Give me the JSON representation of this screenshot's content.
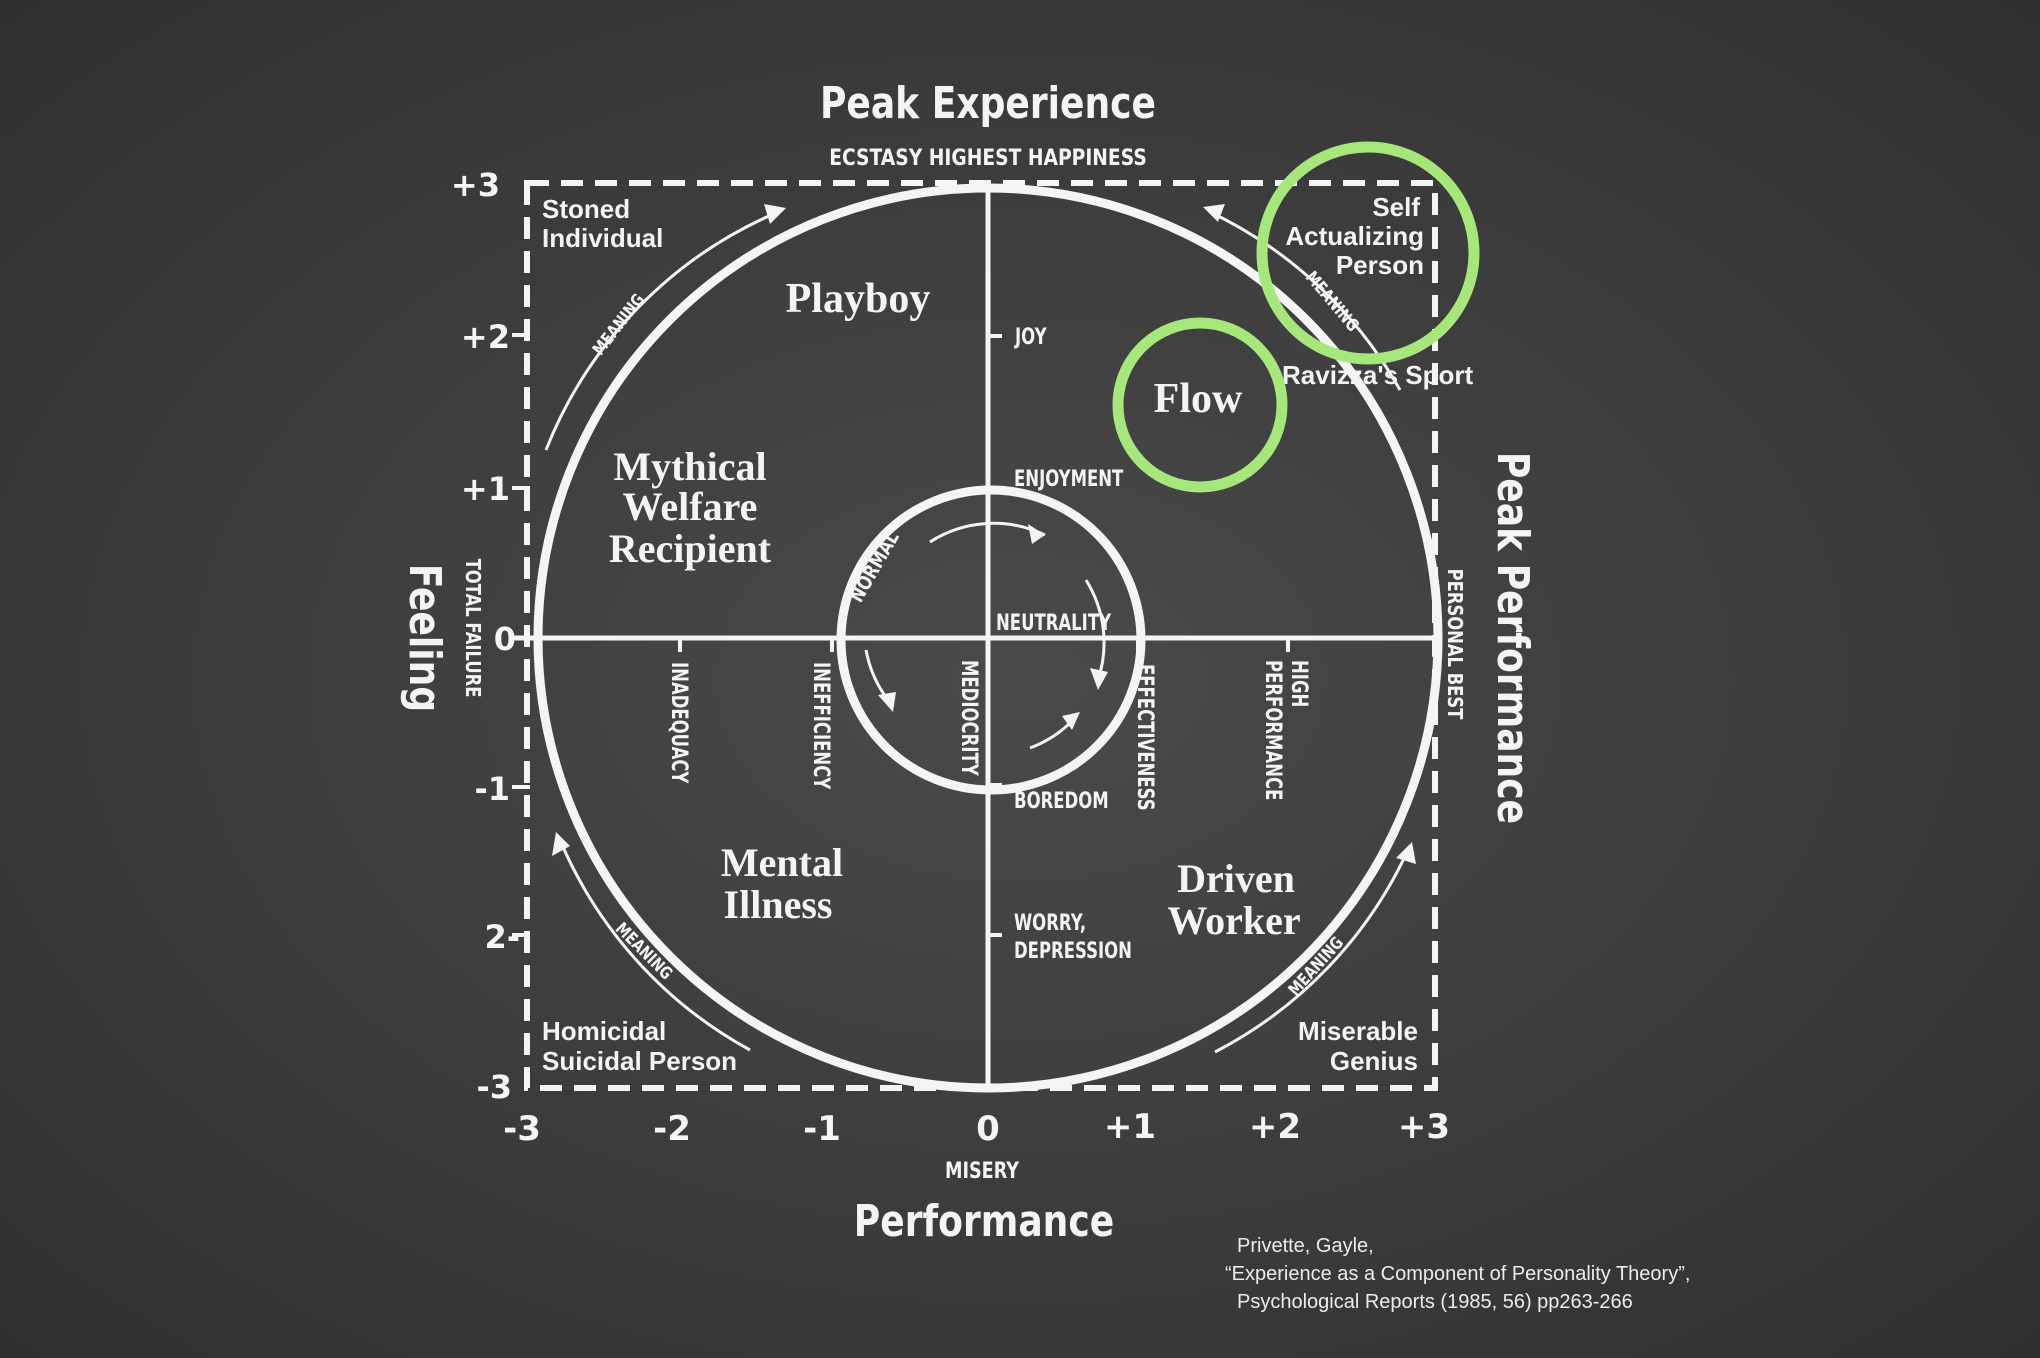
{
  "title": "Peak Experience",
  "subtitle": "ECSTASY HIGHEST HAPPINESS",
  "x_axis": {
    "title": "Performance",
    "low_label": "MISERY",
    "ticks": [
      "-3",
      "-2",
      "-1",
      "0",
      "+1",
      "+2",
      "+3"
    ]
  },
  "y_axis": {
    "title": "Feeling",
    "low_label": "TOTAL FAILURE",
    "ticks": [
      "+3",
      "+2",
      "+1",
      "0",
      "-1",
      "2-",
      "-3"
    ]
  },
  "right_axis": {
    "title": "Peak Performance",
    "label": "PERSONAL BEST"
  },
  "vertical_axis_labels": [
    "JOY",
    "ENJOYMENT",
    "NEUTRALITY",
    "BOREDOM",
    "WORRY,",
    "DEPRESSION"
  ],
  "horizontal_axis_labels": [
    "INADEQUACY",
    "INEFFICIENCY",
    "MEDIOCRITY",
    "EFFECTIVENESS",
    "HIGH",
    "PERFORMANCE"
  ],
  "inner_circle_label": "NORMAL",
  "meaning_label": "MEANING",
  "quadrants": {
    "playboy": "Playboy",
    "welfare": [
      "Mythical",
      "Welfare",
      "Recipient"
    ],
    "flow": "Flow",
    "mental": [
      "Mental",
      "Illness"
    ],
    "driven": [
      "Driven",
      "Worker"
    ]
  },
  "corners": {
    "top_left": [
      "Stoned",
      "Individual"
    ],
    "top_right": [
      "Self",
      "Actualizing",
      "Person"
    ],
    "bottom_left": [
      "Homicidal",
      "Suicidal Person"
    ],
    "bottom_right": [
      "Miserable",
      "Genius"
    ],
    "ravizza": "Ravizza's Sport"
  },
  "highlight_color": "#a6e67a",
  "chalk_color": "#f4f4f4",
  "citation": [
    "Privette, Gayle,",
    "“Experience as a Component of Personality Theory”,",
    "Psychological Reports (1985, 56) pp263-266"
  ]
}
